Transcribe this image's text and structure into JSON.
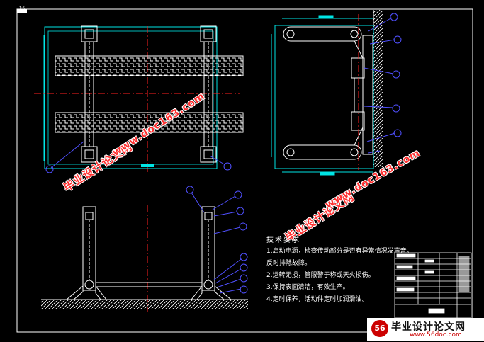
{
  "sheet": {
    "corner_label": "1:5"
  },
  "tech_notes": {
    "title": "技术要求",
    "items": [
      "1.启动电源，检查传动部分是否有异常情况发声音。",
      "反时排除故障。",
      "2.运转无损，管限警于称或天火损伤。",
      "3.保持表面清洁，有效生产。",
      "4.定时保养，活动件定时加润滑油。"
    ]
  },
  "watermarks": {
    "cn": "毕业设计论文网",
    "url": "www.doc163.com"
  },
  "logo": {
    "text": "毕业设计论文网",
    "url": "www.56doc.com",
    "mark": "56"
  },
  "colors": {
    "background": "#000000",
    "outline": "#ffffff",
    "dimension": "#00e5e5",
    "centerline": "#ff2020",
    "leader": "#5050ff",
    "watermark": "#ff3030"
  }
}
